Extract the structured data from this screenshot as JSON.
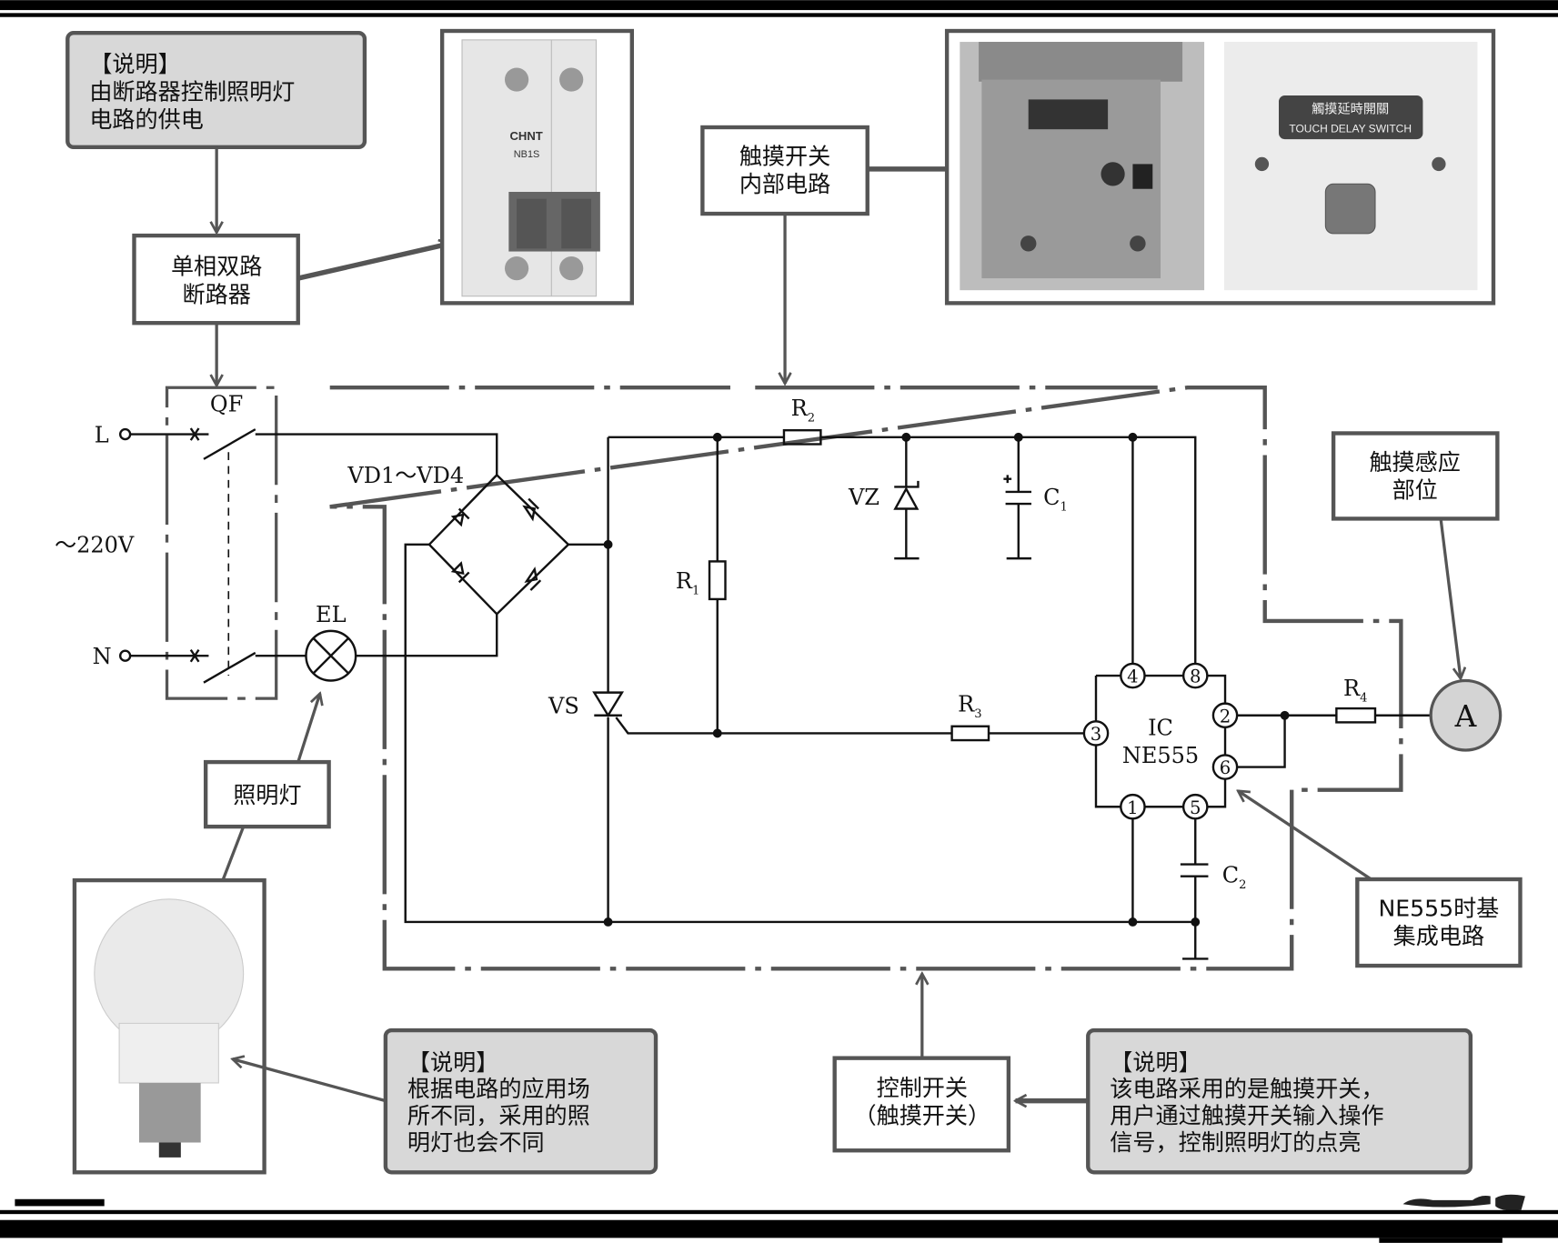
{
  "notes": {
    "top_left": {
      "title": "【说明】",
      "lines": [
        "由断路器控制照明灯",
        "电路的供电"
      ]
    },
    "bottom_left": {
      "title": "【说明】",
      "lines": [
        "根据电路的应用场",
        "所不同，采用的照",
        "明灯也会不同"
      ]
    },
    "bottom_right": {
      "title": "【说明】",
      "lines": [
        "该电路采用的是触摸开关，",
        "用户通过触摸开关输入操作",
        "信号，控制照明灯的点亮"
      ]
    }
  },
  "labels": {
    "breaker": [
      "单相双路",
      "断路器"
    ],
    "touch_circuit": [
      "触摸开关",
      "内部电路"
    ],
    "touch_sense": [
      "触摸感应",
      "部位"
    ],
    "ne555": [
      "NE555时基",
      "集成电路"
    ],
    "lamp": "照明灯",
    "control_switch": [
      "控制开关",
      "（触摸开关）"
    ]
  },
  "photos": {
    "breaker_brand": "CHNT",
    "breaker_model": "NB1S",
    "switch_plate_cn": "觸摸延時開關",
    "switch_plate_en": "TOUCH DELAY SWITCH"
  },
  "circuit": {
    "L": "L",
    "N": "N",
    "voltage": "～220V",
    "QF": "QF",
    "EL": "EL",
    "bridge": "VD1～VD4",
    "VS": "VS",
    "VZ": "VZ",
    "R1": "R",
    "R1_sub": "1",
    "R2": "R",
    "R2_sub": "2",
    "R3": "R",
    "R3_sub": "3",
    "R4": "R",
    "R4_sub": "4",
    "C1": "C",
    "C1_sub": "1",
    "C2": "C",
    "C2_sub": "2",
    "IC": "IC",
    "IC_model": "NE555",
    "pins": [
      "4",
      "8",
      "3",
      "2",
      "6",
      "1",
      "5"
    ],
    "touch_electrode": "A"
  }
}
